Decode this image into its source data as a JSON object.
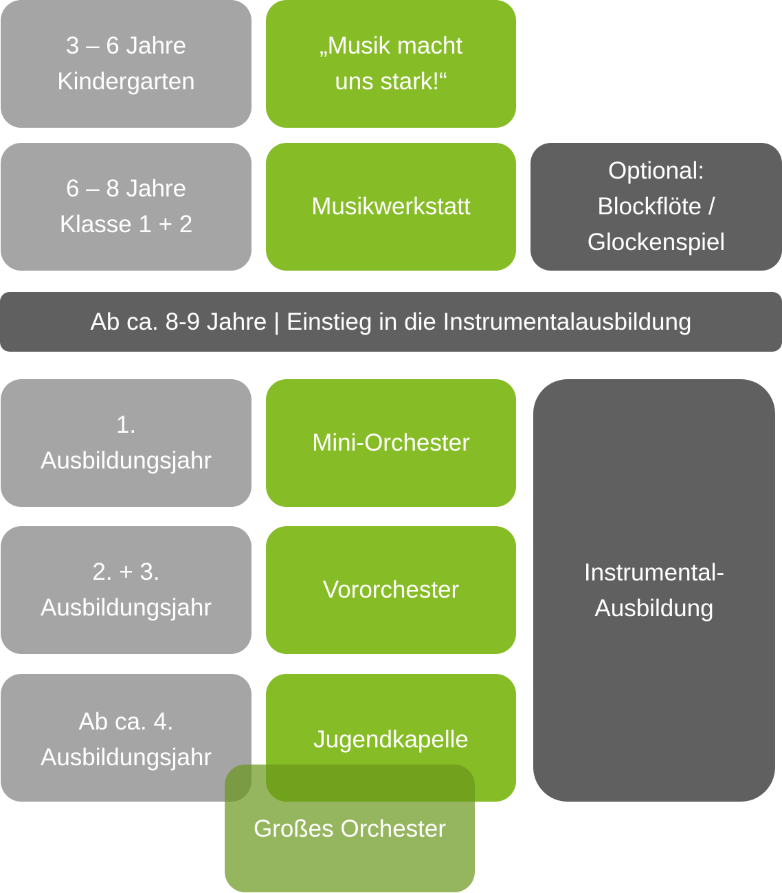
{
  "colors": {
    "age_box": "#a5a5a5",
    "program_box": "#86bc25",
    "highlight_box": "#606060",
    "overlay_box": "#68961a"
  },
  "rows": [
    {
      "age": "3 – 6 Jahre\nKindergarten",
      "program": "„Musik macht\nuns stark!“"
    },
    {
      "age": "6 – 8 Jahre\nKlasse 1 + 2",
      "program": "Musikwerkstatt",
      "optional": "Optional:\nBlockflöte /\nGlockenspiel"
    },
    {
      "age": "1.\nAusbildungsjahr",
      "program": "Mini-Orchester"
    },
    {
      "age": "2. + 3.\nAusbildungsjahr",
      "program": "Vororchester"
    },
    {
      "age": "Ab ca. 4.\nAusbildungsjahr",
      "program": "Jugendkapelle"
    }
  ],
  "divider_bar": "Ab ca. 8-9 Jahre | Einstieg in die Instrumentalausbildung",
  "side_box": "Instrumental-\nAusbildung",
  "overlay": "Großes Orchester"
}
